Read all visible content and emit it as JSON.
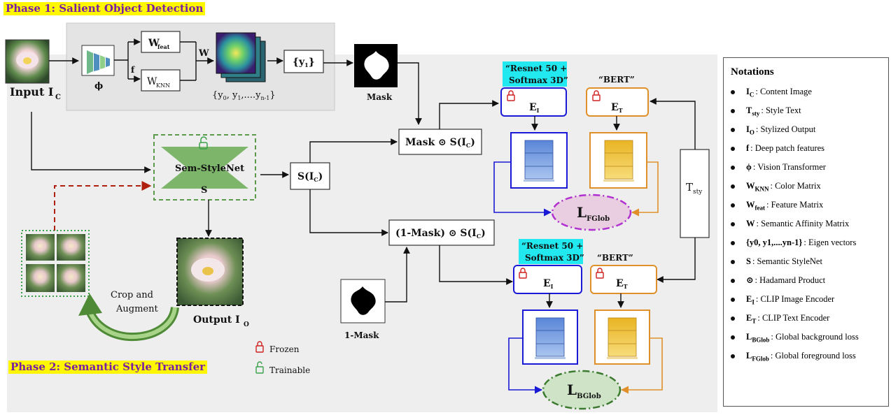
{
  "phase1": "Phase 1: Salient Object Detection",
  "phase2": "Phase 2: Semantic Style Transfer",
  "input_label": "Input I",
  "input_sub": "C",
  "phi": "ϕ",
  "w_feat": {
    "main": "W",
    "sub": "feat"
  },
  "w_knn": {
    "main": "W",
    "sub": "KNN"
  },
  "w_label": "W",
  "f_label": "f",
  "yi": {
    "pre": "{y",
    "sub": "1",
    "post": "}"
  },
  "eigen": {
    "a": "{y",
    "s0": "0",
    "b": ", y",
    "s1": "1",
    "c": ",....y",
    "s2": "n-1",
    "d": "}"
  },
  "mask_label": "Mask",
  "one_mask_label": "1-Mask",
  "sem_stylenet": "Sem-StyleNet",
  "s_label": "S",
  "sic": {
    "main": "S(I",
    "sub": "C",
    "post": ")"
  },
  "mask_sic": {
    "main": "Mask ⊙ S(I",
    "sub": "C",
    "post": ")"
  },
  "inv_mask_sic": {
    "main": "(1-Mask) ⊙ S(I",
    "sub": "C",
    "post": ")"
  },
  "resnet_line1": "“Resnet 50 +",
  "resnet_line2": "Softmax 3D”",
  "bert": "“BERT”",
  "ei": {
    "main": "E",
    "sub": "I"
  },
  "et": {
    "main": "E",
    "sub": "T"
  },
  "tsty": {
    "main": "T",
    "sub": "sty"
  },
  "l_fglob": {
    "main": "L",
    "sub": "FGlob"
  },
  "l_bglob": {
    "main": "L",
    "sub": "BGlob"
  },
  "output_label": "Output I",
  "output_sub": "O",
  "crop_line1": "Crop and",
  "crop_line2": "Augment",
  "frozen": "Frozen",
  "trainable": "Trainable",
  "notations_title": "Notations",
  "notations": [
    {
      "sym": "I",
      "sub": "C",
      "desc": ": Content Image"
    },
    {
      "sym": "T",
      "sub": "sty",
      "desc": ": Style Text"
    },
    {
      "sym": "I",
      "sub": "O",
      "desc": ": Stylized Output"
    },
    {
      "sym": "f",
      "sub": "",
      "desc": ": Deep patch features"
    },
    {
      "sym": "ϕ",
      "sub": "",
      "desc": ": Vision Transformer"
    },
    {
      "sym": "W",
      "sub": "KNN",
      "desc": ": Color Matrix"
    },
    {
      "sym": "W",
      "sub": "feat",
      "desc": ": Feature Matrix"
    },
    {
      "sym": "W",
      "sub": "",
      "desc": ": Semantic Affinity Matrix"
    },
    {
      "sym": "{y0, y1,....yn-1}",
      "sub": "",
      "desc": ": Eigen vectors"
    },
    {
      "sym": "S",
      "sub": "",
      "desc": ": Semantic StyleNet"
    },
    {
      "sym": "⊙",
      "sub": "",
      "desc": ": Hadamard Product"
    },
    {
      "sym": "E",
      "sub": "I",
      "desc": ": CLIP Image Encoder"
    },
    {
      "sym": "E",
      "sub": "T",
      "desc": ": CLIP Text Encoder"
    },
    {
      "sym": "L",
      "sub": "BGlob",
      "desc": ": Global background loss"
    },
    {
      "sym": "L",
      "sub": "FGlob",
      "desc": ": Global foreground loss"
    }
  ],
  "colors": {
    "blue": "#1a1ad6",
    "orange": "#e0902a",
    "green_box": "#7db56a",
    "purple": "#b030d0",
    "pink_fill": "#e9cde0",
    "green_fill": "#cfe4c7",
    "cyan": "#22e8f0",
    "red_dash": "#b02010",
    "panel": "#eeeeee"
  }
}
